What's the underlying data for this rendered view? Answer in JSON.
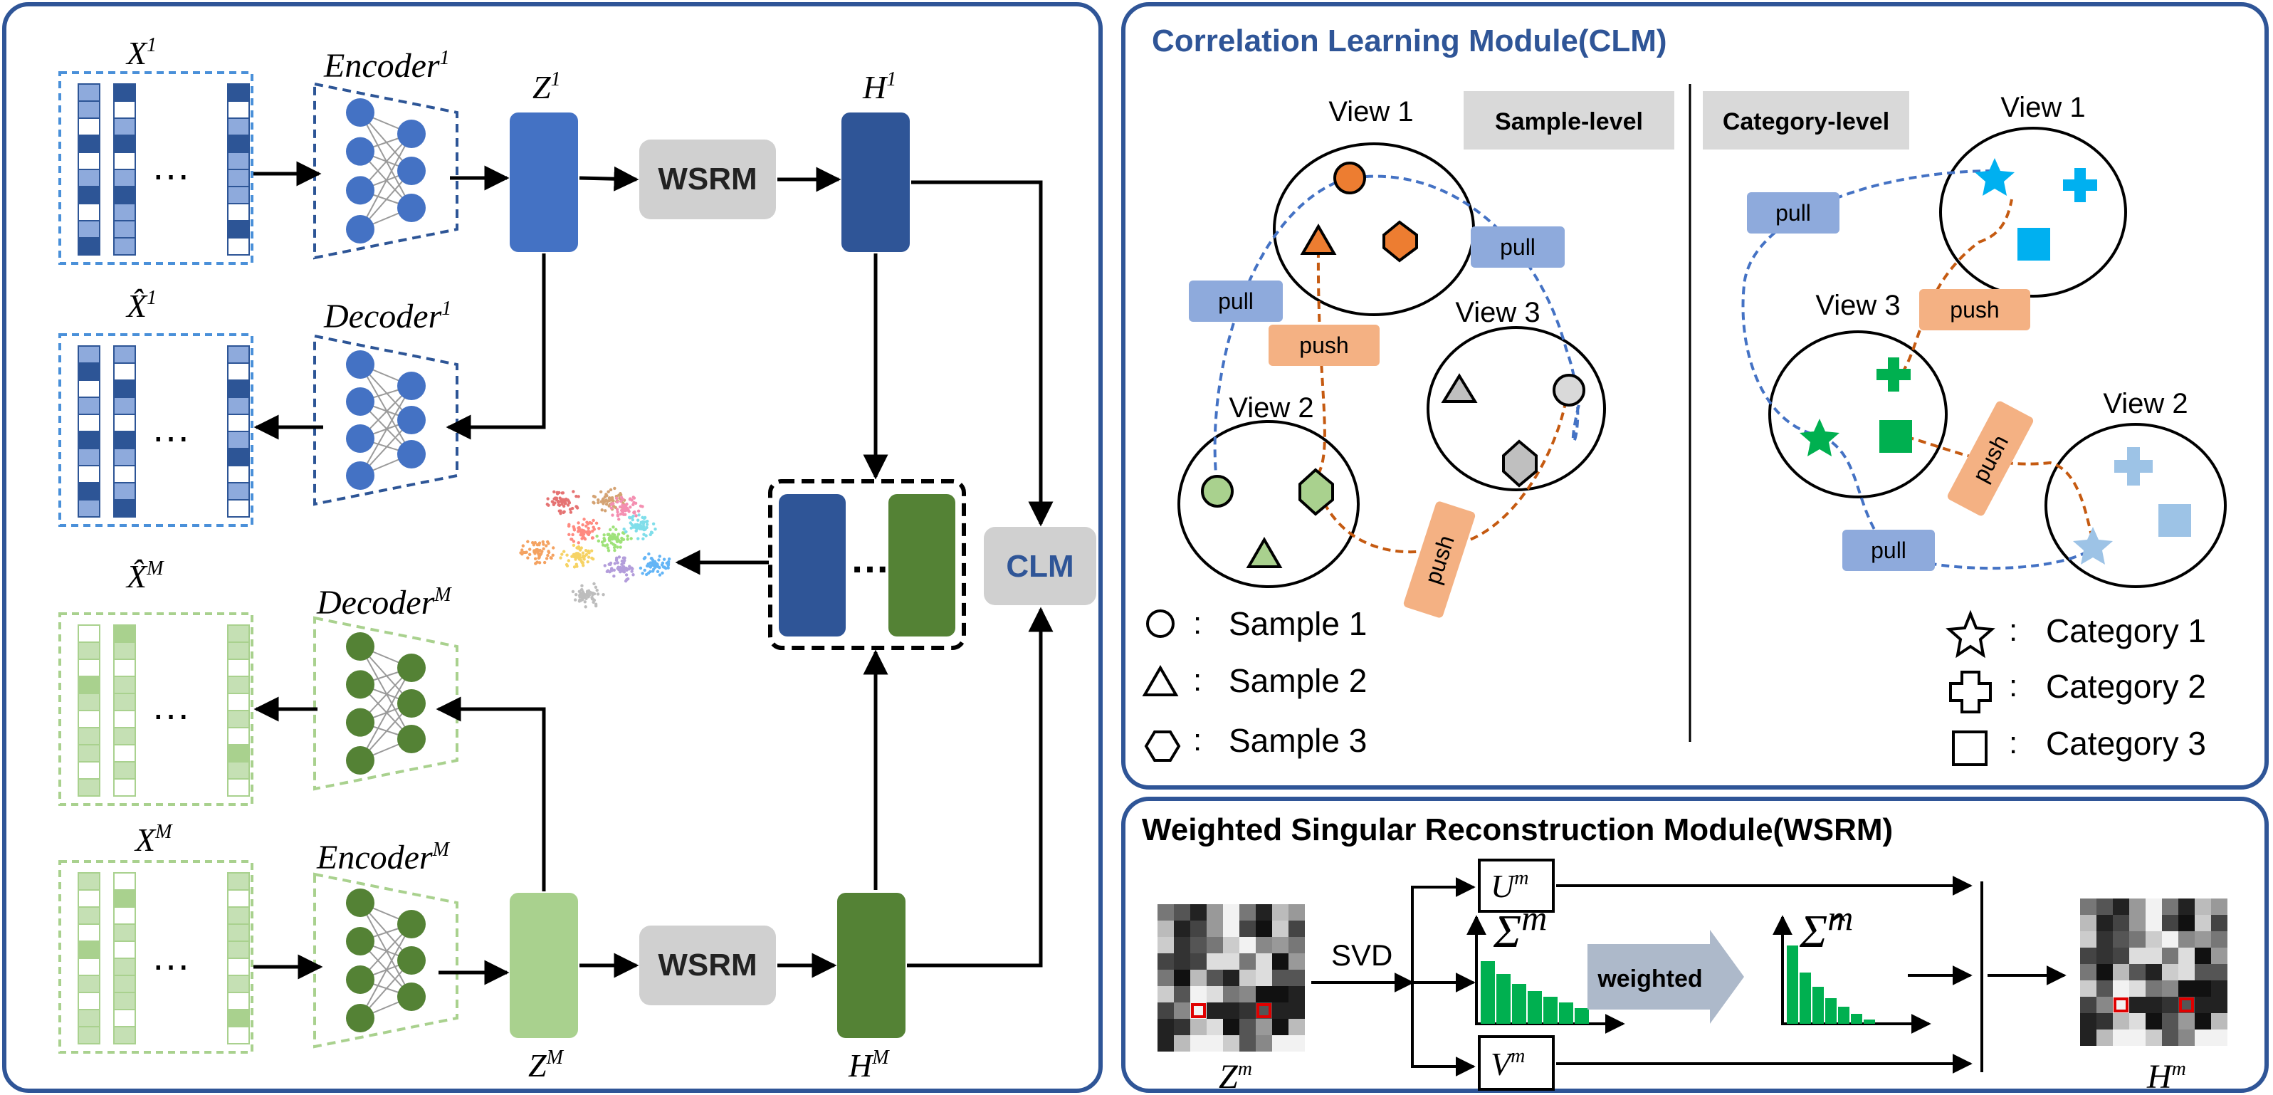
{
  "left": {
    "v1": {
      "input_label": "X",
      "input_sup": "1",
      "enc_label": "Encoder",
      "enc_sup": "1",
      "z_label": "Z",
      "z_sup": "1",
      "h_label": "H",
      "h_sup": "1",
      "recon_label": "X̂",
      "recon_sup": "1",
      "dec_label": "Decoder",
      "dec_sup": "1"
    },
    "vm": {
      "input_label": "X",
      "input_sup": "M",
      "enc_label": "Encoder",
      "enc_sup": "M",
      "z_label": "Z",
      "z_sup": "M",
      "h_label": "H",
      "h_sup": "M",
      "recon_label": "X̂",
      "recon_sup": "M",
      "dec_label": "Decoder",
      "dec_sup": "M"
    },
    "wsrm_label": "WSRM",
    "clm_label": "CLM",
    "ellipsis": "…",
    "colors": {
      "view1_dark": "#2d5596",
      "view1_light": "#8eaadc",
      "view1_mid": "#4472c4",
      "viewm_dark": "#548235",
      "viewm_light": "#c5e0b4",
      "viewm_mid": "#a9d18e",
      "gray_box": "#d0d0d0"
    }
  },
  "clm": {
    "title": "Correlation Learning Module(CLM)",
    "sample_level": "Sample-level",
    "category_level": "Category-level",
    "view1": "View 1",
    "view2": "View 2",
    "view3": "View 3",
    "pull": "pull",
    "push": "push",
    "legend_sample": [
      "Sample 1",
      "Sample 2",
      "Sample 3"
    ],
    "legend_category": [
      "Category 1",
      "Category 2",
      "Category 3"
    ],
    "colon": ":"
  },
  "wsrm": {
    "title": "Weighted Singular Reconstruction Module(WSRM)",
    "svd": "SVD",
    "weighted": "weighted",
    "u_label": "U",
    "u_sup": "m",
    "v_label": "V",
    "v_sup": "m",
    "sigma": "Σ",
    "sigma_sup": "m",
    "sigma_hat": "Σ̂",
    "sigma_hat_sup": "m",
    "z_label": "Z",
    "z_sup": "m",
    "h_label": "H",
    "h_sup": "m"
  }
}
